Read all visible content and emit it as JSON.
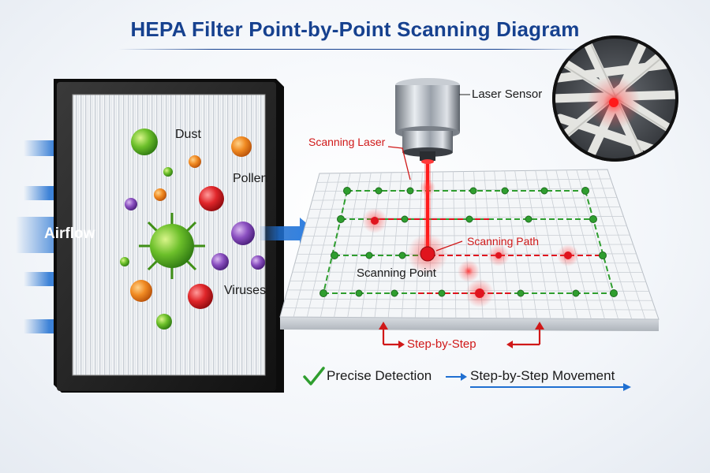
{
  "title": "HEPA Filter Point-by-Point Scanning Diagram",
  "labels": {
    "airflow": "Airflow",
    "dust": "Dust",
    "pollen": "Pollen",
    "viruses": "Viruses",
    "laser_sensor": "Laser Sensor",
    "scanning_laser": "Scanning Laser",
    "scanning_path": "Scanning Path",
    "scanning_point": "Scanning Point",
    "step_by_step": "Step-by-Step"
  },
  "bottom": {
    "precise_detection": "Precise Detection",
    "movement": "Step-by-Step Movement"
  },
  "icons": [
    "checkmark-icon",
    "arrow-right-icon",
    "airflow-arrow-icon",
    "laser-sensor-icon",
    "magnifier-inset-icon"
  ],
  "colors": {
    "title": "#16418f",
    "laser": "#e0141e",
    "path": "#2f9e2f",
    "airflow": "#1f6fd1"
  }
}
